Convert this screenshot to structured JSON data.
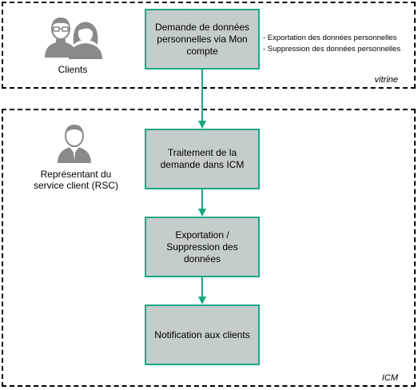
{
  "zones": {
    "vitrine": "vitrine",
    "icm": "ICM"
  },
  "actors": {
    "clients": "Clients",
    "rsc": "Représentant du service client (RSC)"
  },
  "steps": [
    "Demande de données personnelles via Mon compte",
    "Traitement de la demande dans ICM",
    "Exportation / Suppression des données",
    "Notification aux clients"
  ],
  "notes": [
    "- Exportation des données personnelles",
    "- Suppression des données personnelles"
  ],
  "colors": {
    "box_fill": "#c5cccc",
    "box_border": "#1aa884",
    "arrow": "#1aa884",
    "icon": "#8a8a8a"
  },
  "icons": [
    "clients-icon",
    "rsc-icon"
  ]
}
